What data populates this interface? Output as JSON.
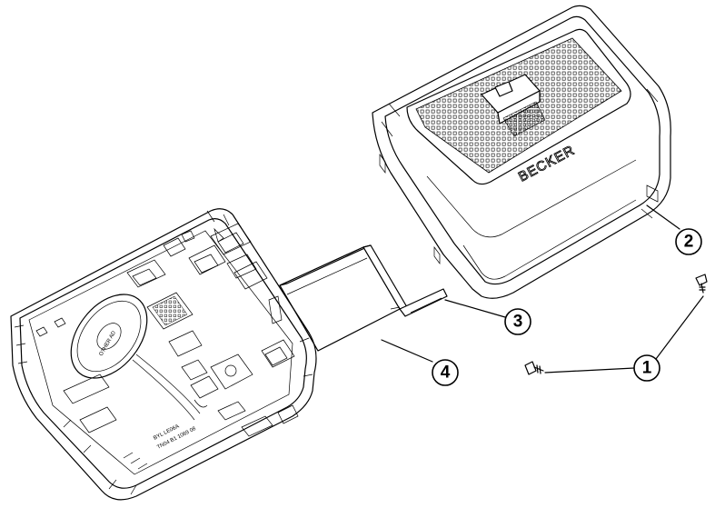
{
  "diagram": {
    "brand_text": "BECKER",
    "board_labels": [
      "OTHER AD",
      "BYL LE06A",
      "TN04 B1 1069 08"
    ],
    "callouts": [
      {
        "id": "1",
        "label": "1"
      },
      {
        "id": "2",
        "label": "2"
      },
      {
        "id": "3",
        "label": "3"
      },
      {
        "id": "4",
        "label": "4"
      }
    ]
  }
}
